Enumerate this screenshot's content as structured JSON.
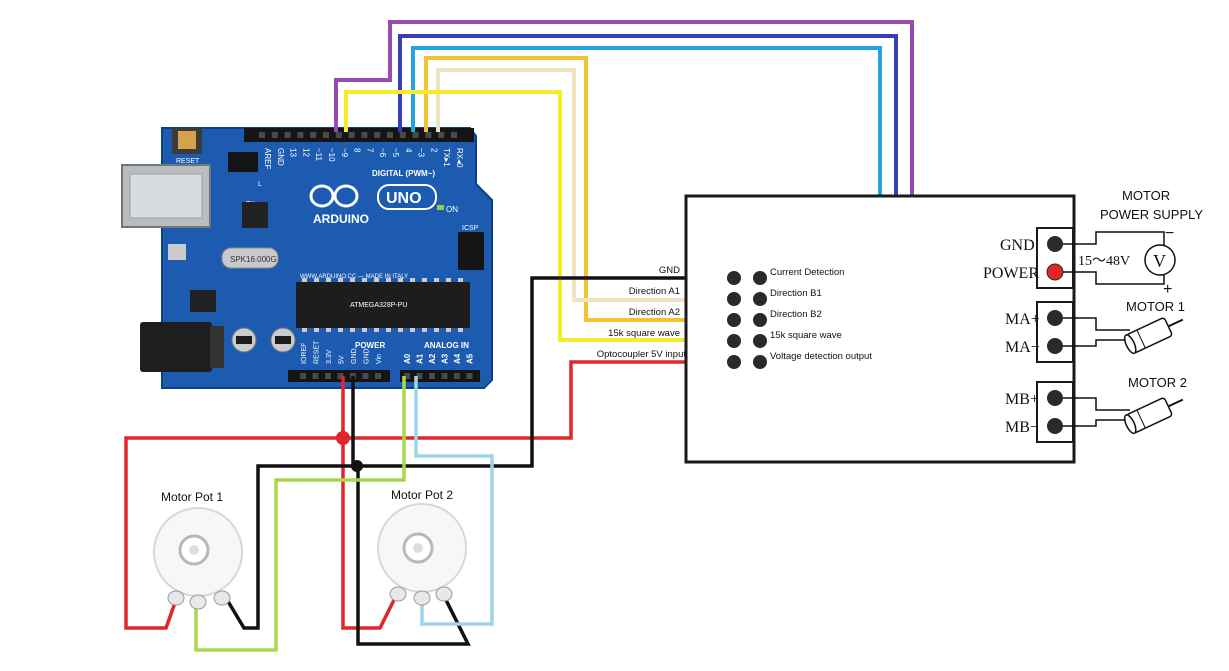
{
  "arduino": {
    "brand": "ARDUINO",
    "model": "UNO",
    "reset": "RESET",
    "digital_header": "DIGITAL (PWM~)",
    "digital_pins": [
      "AREF",
      "GND",
      "13",
      "12",
      "~11",
      "~10",
      "~9",
      "8",
      "7",
      "~6",
      "~5",
      "4",
      "~3",
      "2",
      "TX▸1",
      "RX◂0"
    ],
    "power_header": "POWER",
    "analog_header": "ANALOG IN",
    "power_pins": [
      "IOREF",
      "RESET",
      "3.3V",
      "5V",
      "GND",
      "GND",
      "Vin"
    ],
    "analog_pins": [
      "A0",
      "A1",
      "A2",
      "A3",
      "A4",
      "A5"
    ],
    "on_label": "ON",
    "icsp_label": "ICSP",
    "tx_label": "TX",
    "rx_label": "RX",
    "l_label": "L",
    "website": "WWW.ARDUINO.CC — MADE IN ITALY",
    "chip_label": "ATMEGA328P-PU",
    "crystal_label": "SPK16.000G"
  },
  "driver": {
    "pins_left": [
      "GND",
      "Direction A1",
      "Direction A2",
      "15k square wave",
      "Optocoupler 5V input"
    ],
    "pins_right": [
      "Current Detection",
      "Direction B1",
      "Direction B2",
      "15k square wave",
      "Voltage detection output"
    ],
    "terminals": [
      "GND",
      "POWER",
      "MA+",
      "MA−",
      "MB+",
      "MB−"
    ]
  },
  "supply": {
    "title_line1": "MOTOR",
    "title_line2": "POWER SUPPLY",
    "voltage": "15～48V",
    "meter": "V",
    "minus": "−",
    "plus": "+"
  },
  "motors": [
    "MOTOR 1",
    "MOTOR 2"
  ],
  "pots": [
    "Motor Pot 1",
    "Motor Pot 2"
  ],
  "colors": {
    "board": "#1c5bb0",
    "red": "#e0262b",
    "black": "#111111",
    "green": "#a8d84a",
    "lightblue": "#9ed4e6",
    "purple": "#9a4bb0",
    "navy": "#3a3db4",
    "sky": "#24a3de",
    "orange": "#f1c232",
    "cream": "#efe3c0",
    "yellow": "#f7ea2b"
  }
}
